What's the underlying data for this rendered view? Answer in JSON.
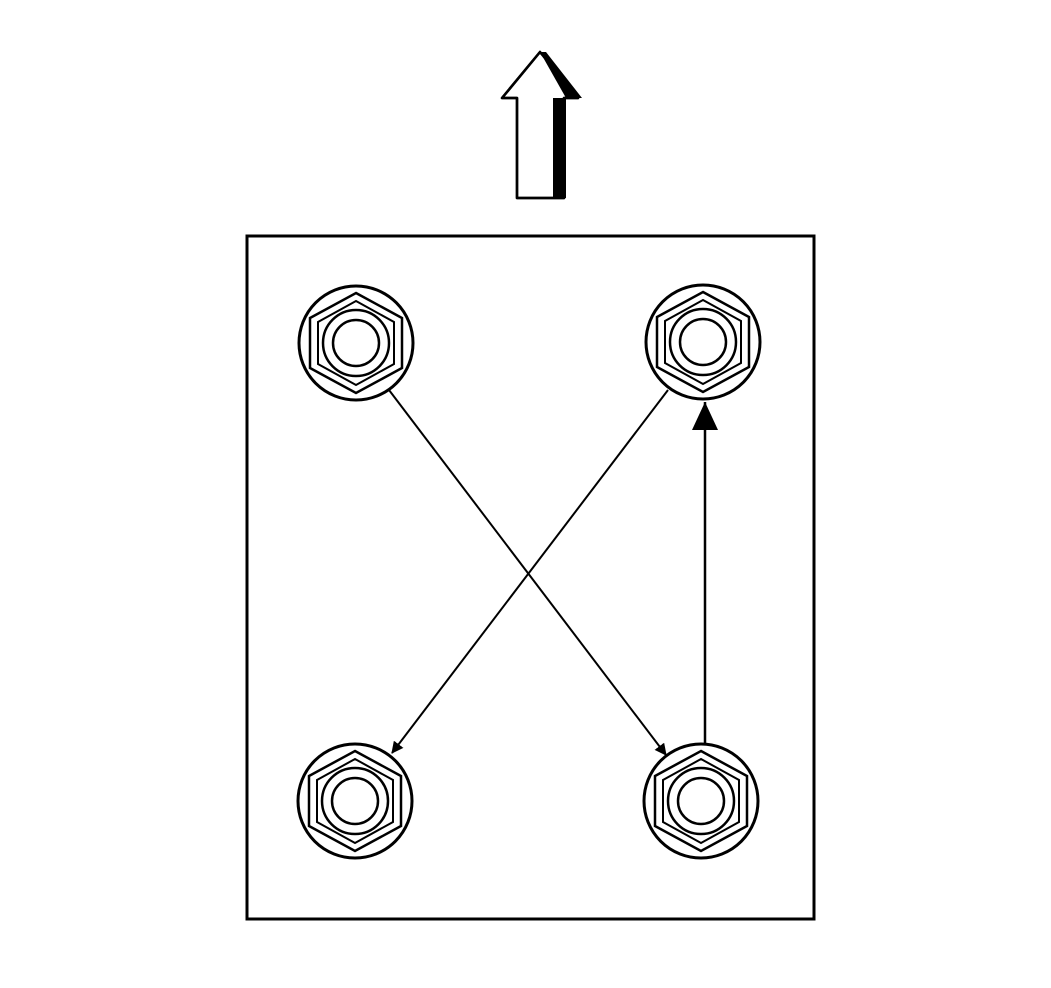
{
  "diagram": {
    "type": "fastener-tightening-sequence",
    "direction_indicator": "up-arrow-icon",
    "fasteners": [
      {
        "id": "top-left",
        "icon": "hex-nut-icon"
      },
      {
        "id": "top-right",
        "icon": "hex-nut-icon"
      },
      {
        "id": "bottom-left",
        "icon": "hex-nut-icon"
      },
      {
        "id": "bottom-right",
        "icon": "hex-nut-icon"
      }
    ],
    "sequence": [
      {
        "from": "top-left",
        "to": "bottom-right"
      },
      {
        "from": "bottom-right",
        "to": "top-right"
      },
      {
        "from": "top-right",
        "to": "bottom-left"
      }
    ],
    "colors": {
      "stroke": "#000000",
      "background": "#ffffff"
    }
  }
}
